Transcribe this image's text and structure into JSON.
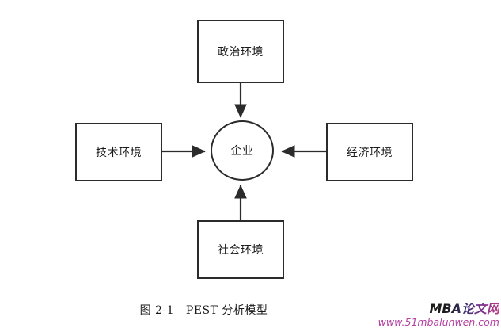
{
  "figure": {
    "caption": "图 2-1   PEST 分析模型",
    "center": {
      "label": "企业",
      "shape": "circle"
    },
    "nodes": [
      {
        "id": "political",
        "label": "政治环境",
        "position": "top",
        "arrow_direction": "down",
        "arrow_target": "center"
      },
      {
        "id": "technological",
        "label": "技术环境",
        "position": "left",
        "arrow_direction": "right",
        "arrow_target": "center"
      },
      {
        "id": "economic",
        "label": "经济环境",
        "position": "right",
        "arrow_direction": "left",
        "arrow_target": "center"
      },
      {
        "id": "social",
        "label": "社会环境",
        "position": "bottom",
        "arrow_direction": "up",
        "arrow_target": "center"
      }
    ],
    "colors": {
      "stroke": "#2b2b2b",
      "text": "#1a1a1a",
      "background": "#ffffff"
    }
  },
  "watermark": {
    "brand": "MBA论文网",
    "url": "www.51mbalunwen.com",
    "brand_color": "#1c1c1c",
    "url_color": "#b43fa0"
  }
}
